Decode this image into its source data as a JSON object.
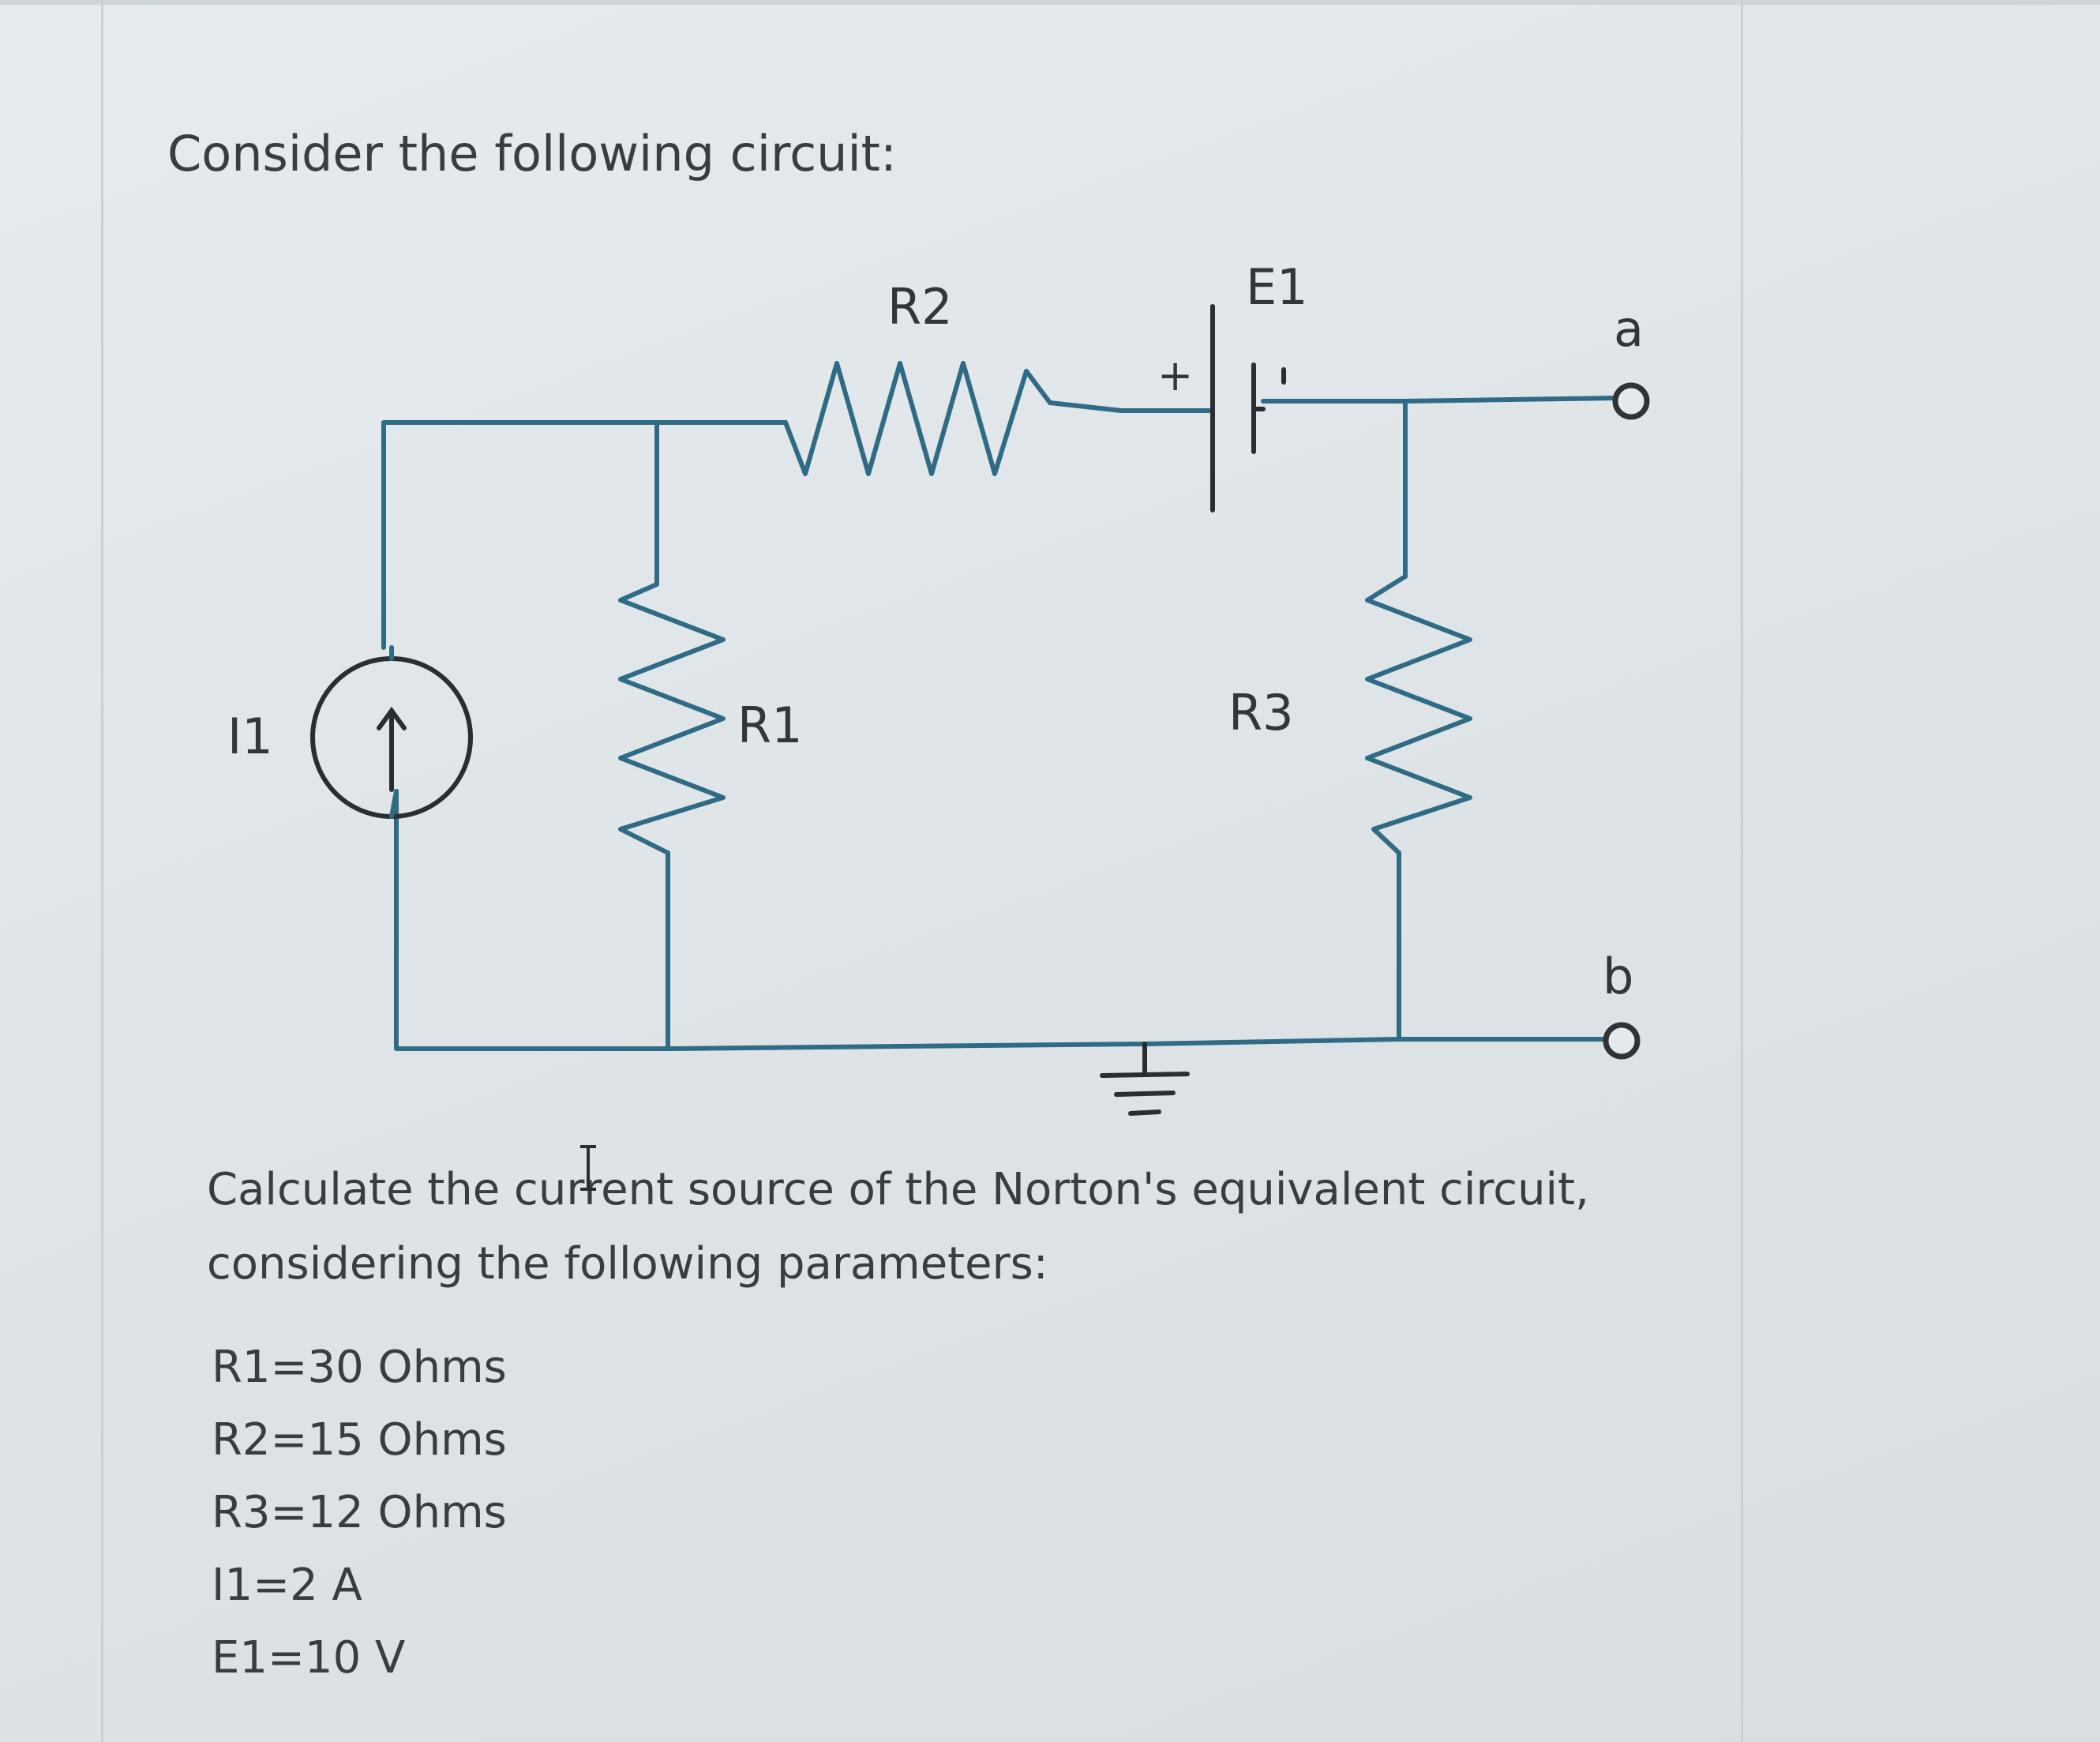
{
  "question": {
    "intro": "Consider the following circuit:",
    "body": "Calculate the current source of the Norton's equivalent circuit, considering the following parameters:"
  },
  "circuit": {
    "labels": {
      "r1": "R1",
      "r2": "R2",
      "r3": "R3",
      "e1": "E1",
      "i1": "I1",
      "plus": "+",
      "terminal_a": "a",
      "terminal_b": "b"
    }
  },
  "parameters": [
    "R1=30 Ohms",
    "R2=15 Ohms",
    "R3=12 Ohms",
    "I1=2 A",
    "E1=10 V"
  ],
  "icons": {
    "text_cursor": "i-beam-cursor-icon",
    "ground": "ground-symbol-icon",
    "current_source": "current-source-icon",
    "battery": "battery-icon"
  }
}
